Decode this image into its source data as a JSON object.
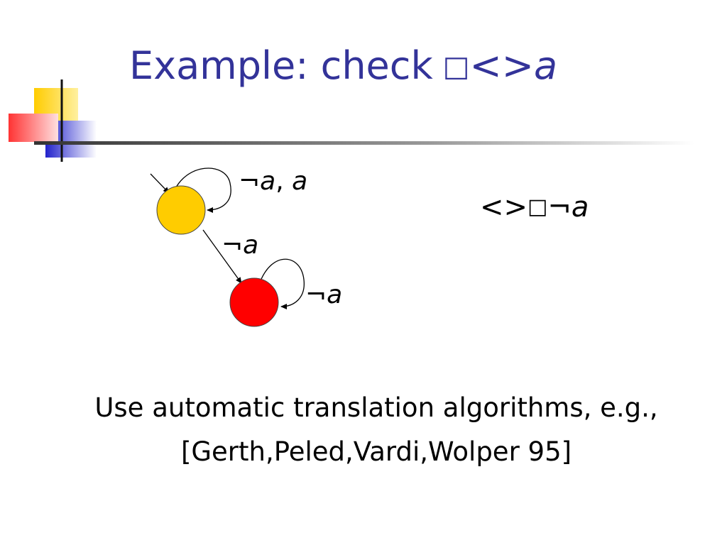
{
  "slide": {
    "title": {
      "prefix": "Example:  check",
      "box": "□",
      "diamond": "<>",
      "variable": "a"
    },
    "automaton": {
      "states": [
        {
          "id": "initial-state",
          "color": "#ffcc00"
        },
        {
          "id": "accepting-state",
          "color": "#ff0000"
        }
      ],
      "labels": {
        "self_loop_1": {
          "neg": "¬",
          "var1": "a",
          "sep": ", ",
          "var2": "a"
        },
        "transition": {
          "neg": "¬",
          "var": "a"
        },
        "self_loop_2": {
          "neg": "¬",
          "var": "a"
        }
      }
    },
    "formula": {
      "diamond": "<>",
      "box": "□",
      "neg": "¬",
      "var": "a"
    },
    "body": {
      "line1": "Use automatic translation algorithms, e.g.,",
      "line2": "[Gerth,Peled,Vardi,Wolper 95]"
    }
  },
  "colors": {
    "title": "#333399",
    "deco_yellow": "#ffcc00",
    "deco_blue": "#3333cc",
    "deco_red": "#ff3333"
  }
}
